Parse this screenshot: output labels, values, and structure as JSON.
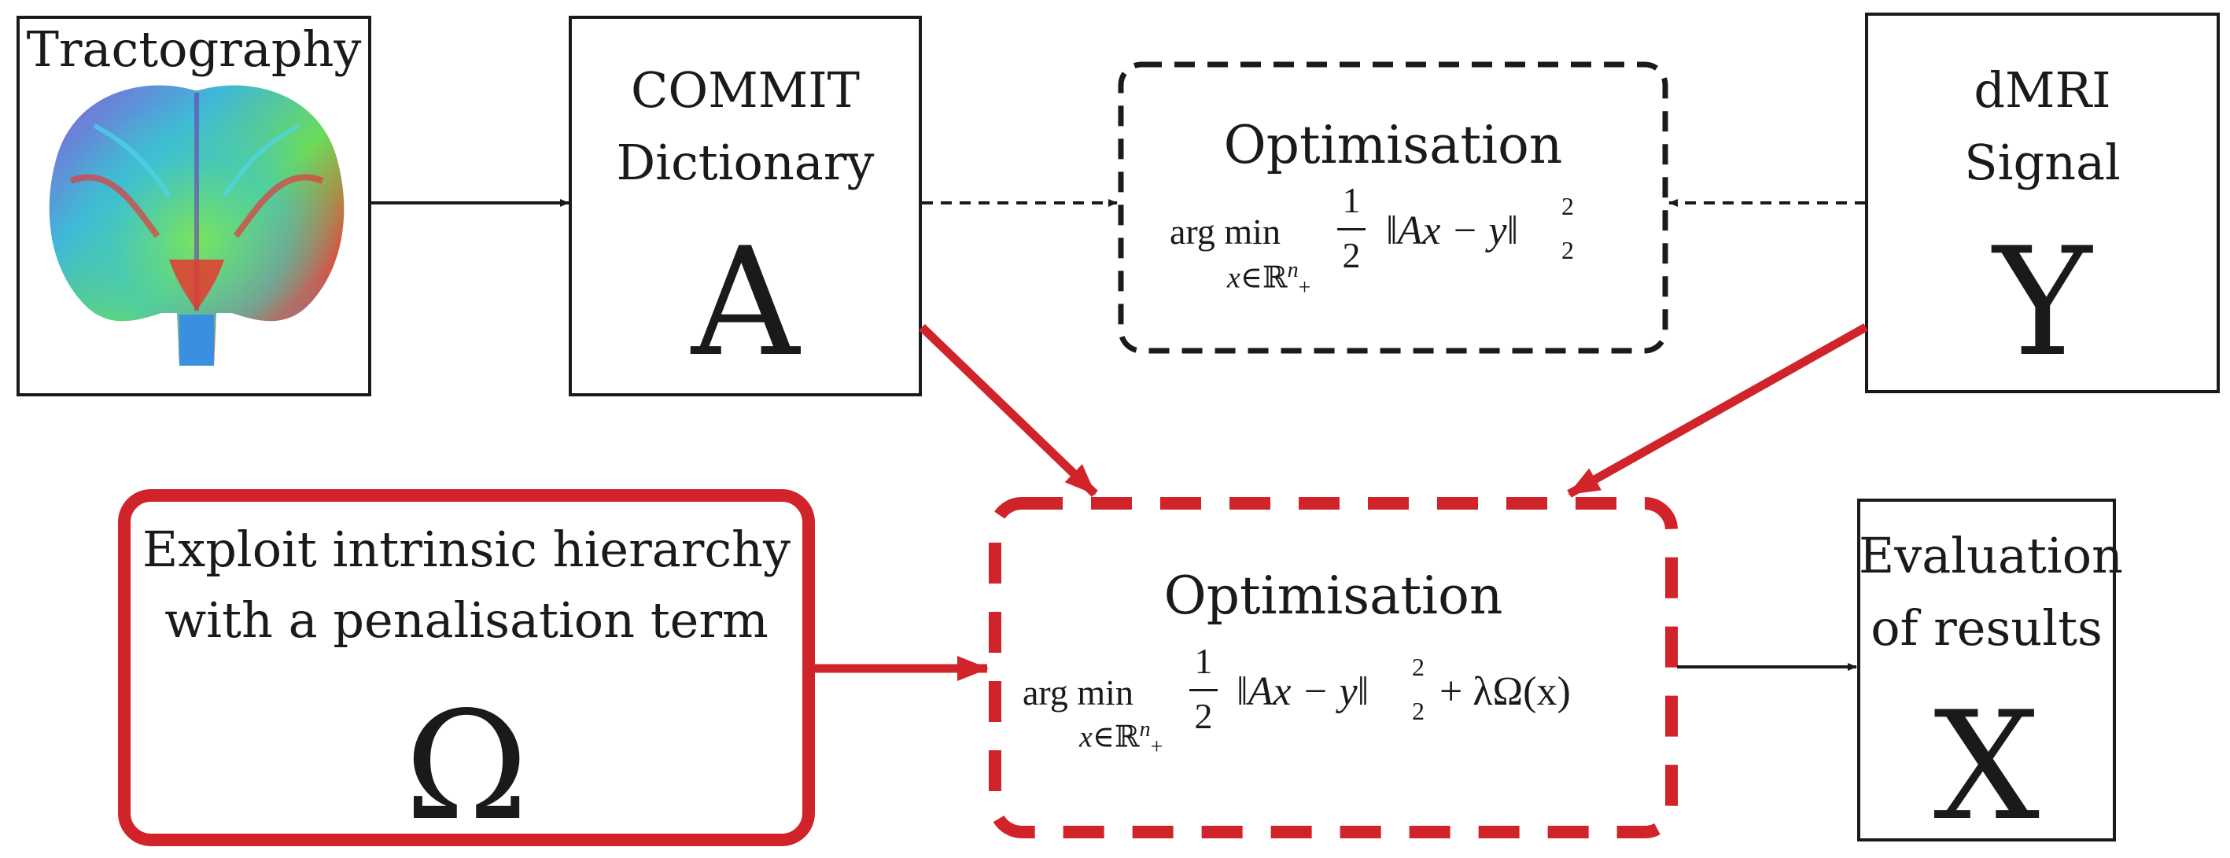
{
  "boxes": {
    "tractography": {
      "label": "Tractography"
    },
    "dictionary": {
      "line1": "COMMIT",
      "line2": "Dictionary",
      "symbol": "A"
    },
    "signal": {
      "line1": "dMRI",
      "line2": "Signal",
      "symbol": "Y"
    },
    "optimisation_top": {
      "title": "Optimisation",
      "argmin": "arg min",
      "subscript_x": "x",
      "subscript_rest": "∈ℝ",
      "subscript_n": "n",
      "subscript_plus": "+",
      "frac_num": "1",
      "frac_den": "2",
      "norm": "‖Ax − y‖",
      "norm_sup": "2",
      "norm_sub": "2"
    },
    "penalisation": {
      "line1": "Exploit intrinsic hierarchy",
      "line2": "with a penalisation term",
      "symbol": "Ω"
    },
    "optimisation_bottom": {
      "title": "Optimisation",
      "argmin": "arg min",
      "subscript_x": "x",
      "subscript_rest": "∈ℝ",
      "subscript_n": "n",
      "subscript_plus": "+",
      "frac_num": "1",
      "frac_den": "2",
      "norm": "‖Ax − y‖",
      "norm_sup": "2",
      "norm_sub": "2",
      "penalty": "+ λΩ(x)"
    },
    "evaluation": {
      "line1": "Evaluation",
      "line2": "of results",
      "symbol": "X"
    }
  },
  "colors": {
    "ink": "#1a1a1a",
    "highlight_red": "#d0232a"
  }
}
